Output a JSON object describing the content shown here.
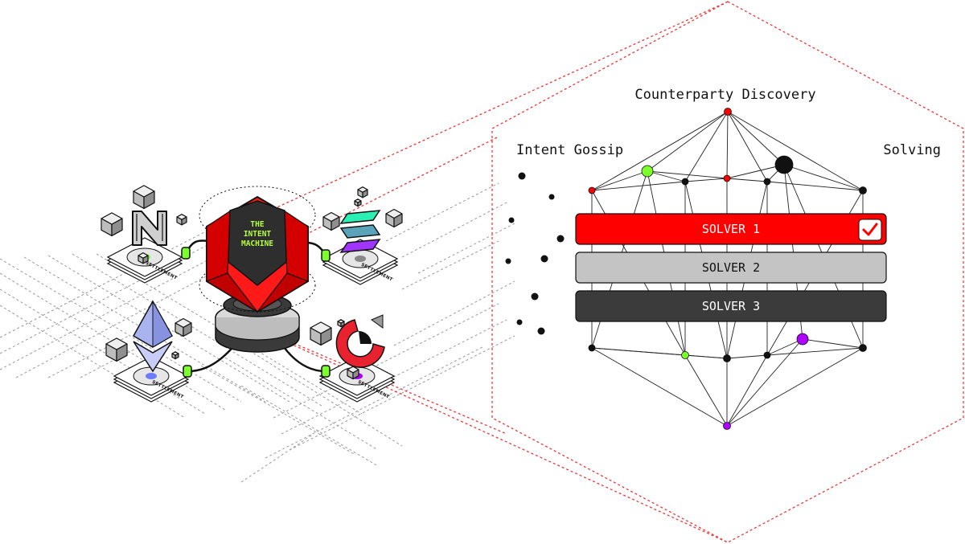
{
  "machine": {
    "title_line1": "THE",
    "title_line2": "INTENT",
    "title_line3": "MACHINE"
  },
  "settlement_label": "SETTLEMENT",
  "chains": [
    {
      "icon": "near-logo-icon"
    },
    {
      "icon": "solana-logo-icon"
    },
    {
      "icon": "ethereum-logo-icon"
    },
    {
      "icon": "red-ring-logo-icon"
    }
  ],
  "labels": {
    "counterparty": "Counterparty Discovery",
    "gossip": "Intent Gossip",
    "solving": "Solving"
  },
  "solvers": [
    {
      "label": "SOLVER 1",
      "color": "#ff0000",
      "text_color": "#ffffff",
      "selected": true
    },
    {
      "label": "SOLVER 2",
      "color": "#c4c4c4",
      "text_color": "#111111",
      "selected": false
    },
    {
      "label": "SOLVER 3",
      "color": "#3b3b3b",
      "text_color": "#ffffff",
      "selected": false
    }
  ],
  "colors": {
    "accent_red": "#ff0000",
    "node_green": "#7cff2a",
    "node_purple": "#b000ff"
  }
}
